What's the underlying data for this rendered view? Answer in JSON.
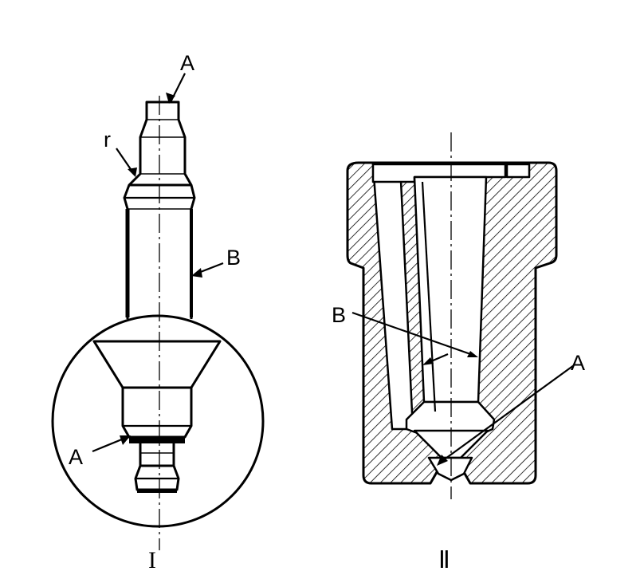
{
  "labels": {
    "left_top_A": "A",
    "left_r": "r",
    "left_B": "B",
    "left_bottom_A": "A",
    "left_numeral": "I",
    "right_B": "B",
    "right_A": "A",
    "right_numeral": "Ⅱ"
  },
  "colors": {
    "ink": "#000000",
    "paper": "#ffffff"
  }
}
